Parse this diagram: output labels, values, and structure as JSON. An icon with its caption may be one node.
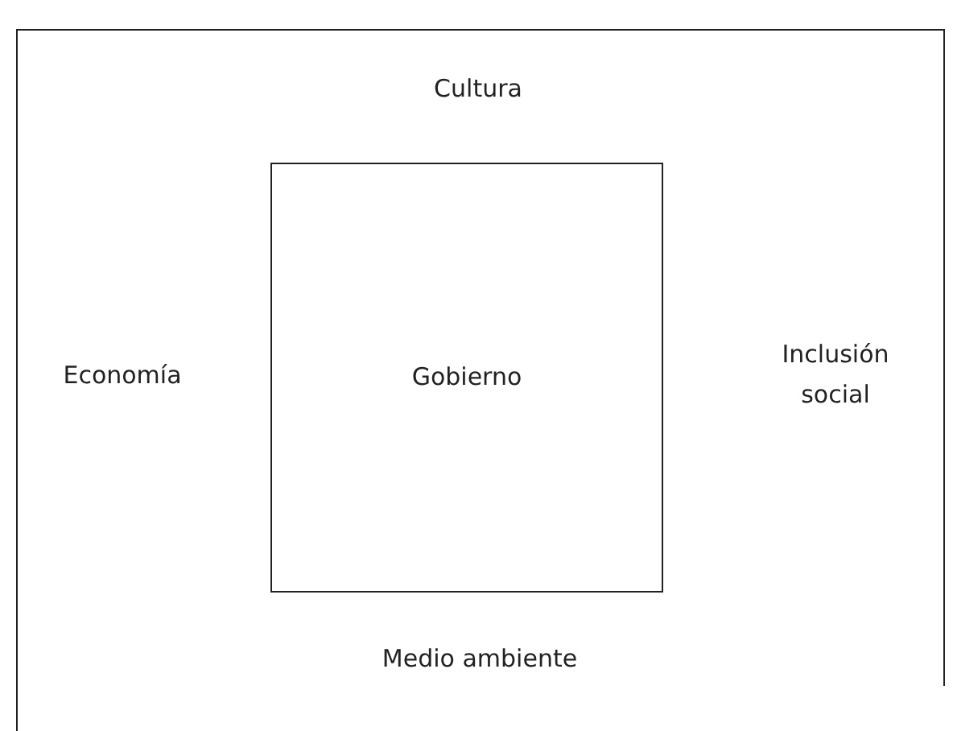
{
  "diagram": {
    "nodes": [
      {
        "text": [],
        "shape": "box"
      },
      {
        "text": [
          "Gobierno"
        ],
        "in": 0
      }
    ],
    "labels": [
      "Cultura",
      "Economía",
      "Inclusión social",
      "Medio ambiente"
    ]
  }
}
